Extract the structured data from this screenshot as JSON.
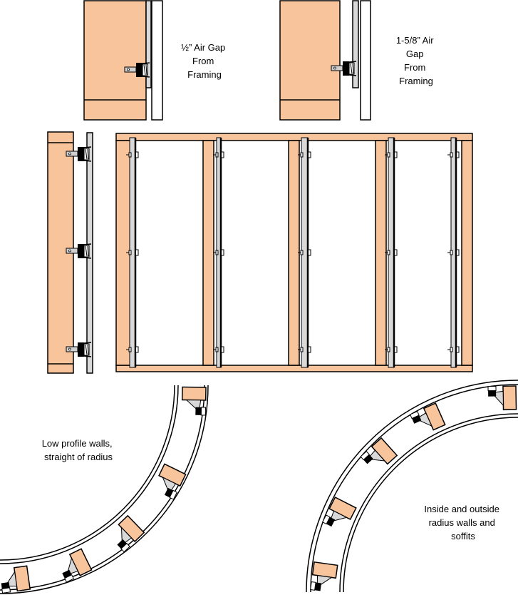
{
  "labels": {
    "half_inch_gap": [
      "½” Air Gap",
      "From",
      "Framing"
    ],
    "five_eighths_gap": [
      "1-5/8” Air",
      "Gap",
      "From",
      "Framing"
    ],
    "low_profile": [
      "Low profile walls,",
      "straight of radius"
    ],
    "inside_outside": [
      "Inside and outside",
      "radius walls and",
      "soffits"
    ]
  },
  "colors": {
    "wood": "#f8c49b",
    "channel": "#d9d9d9",
    "clip": "#000000",
    "line": "#000000"
  }
}
